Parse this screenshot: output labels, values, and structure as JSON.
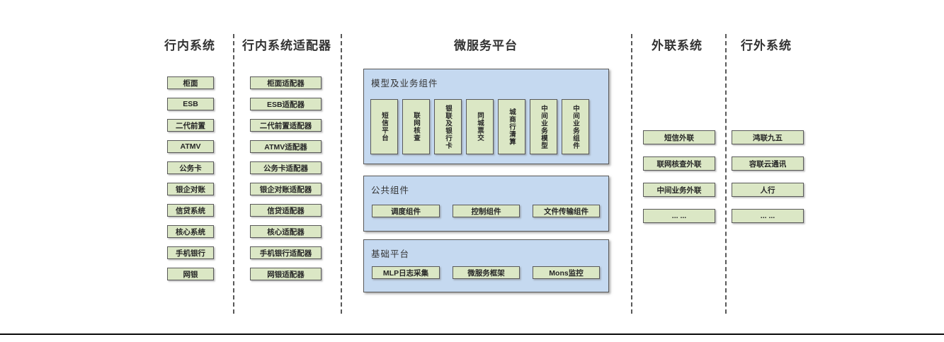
{
  "diagram": {
    "columns": [
      {
        "title": "行内系统",
        "boxes": [
          "柜面",
          "ESB",
          "二代前置",
          "ATMV",
          "公务卡",
          "银企对账",
          "信贷系统",
          "核心系统",
          "手机银行",
          "网银"
        ]
      },
      {
        "title": "行内系统适配器",
        "boxes": [
          "柜面适配器",
          "ESB适配器",
          "二代前置适配器",
          "ATMV适配器",
          "公务卡适配器",
          "银企对账适配器",
          "信贷适配器",
          "核心适配器",
          "手机银行适配器",
          "网银适配器"
        ]
      },
      {
        "title": "微服务平台",
        "sections": [
          {
            "label": "模型及业务组件",
            "orientation": "vertical",
            "boxes": [
              "短信平台",
              "联网核查",
              "银联及银行卡",
              "同城票交",
              "城商行清算",
              "中间业务模型",
              "中间业务组件"
            ]
          },
          {
            "label": "公共组件",
            "orientation": "horizontal",
            "boxes": [
              "调度组件",
              "控制组件",
              "文件传输组件"
            ]
          },
          {
            "label": "基础平台",
            "orientation": "horizontal",
            "boxes": [
              "MLP日志采集",
              "微服务框架",
              "Mons监控"
            ]
          }
        ]
      },
      {
        "title": "外联系统",
        "boxes": [
          "短信外联",
          "联网核查外联",
          "中间业务外联",
          "... ..."
        ]
      },
      {
        "title": "行外系统",
        "boxes": [
          "鸿联九五",
          "容联云通讯",
          "人行",
          "... ..."
        ]
      }
    ],
    "colors": {
      "box_fill": "#dbe7c5",
      "panel_fill": "#c5d9f0",
      "border": "#595959",
      "text": "#333333"
    }
  }
}
